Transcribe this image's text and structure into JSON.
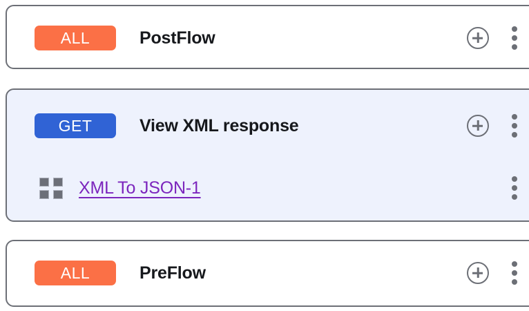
{
  "flows": [
    {
      "id": "postflow",
      "badge": {
        "label": "ALL",
        "color": "#fb7046"
      },
      "title": "PostFlow",
      "selected": false,
      "add_icon": "plus-circle-icon",
      "menu_icon": "kebab-menu-icon",
      "policies": []
    },
    {
      "id": "view-xml-response",
      "badge": {
        "label": "GET",
        "color": "#3063d5"
      },
      "title": "View XML response",
      "selected": true,
      "add_icon": "plus-circle-icon",
      "menu_icon": "kebab-menu-icon",
      "policies": [
        {
          "name": "XML To JSON-1",
          "icon": "grid-squares-icon",
          "menu_icon": "kebab-menu-icon",
          "link_color": "#7c26bd"
        }
      ]
    },
    {
      "id": "preflow",
      "badge": {
        "label": "ALL",
        "color": "#fb7046"
      },
      "title": "PreFlow",
      "selected": false,
      "add_icon": "plus-circle-icon",
      "menu_icon": "kebab-menu-icon",
      "policies": []
    }
  ],
  "theme": {
    "card_border": "#6c6f76",
    "card_background": "#ffffff",
    "selected_background": "#eef2fd",
    "title_color": "#16181c",
    "icon_color": "#6c6f76"
  }
}
